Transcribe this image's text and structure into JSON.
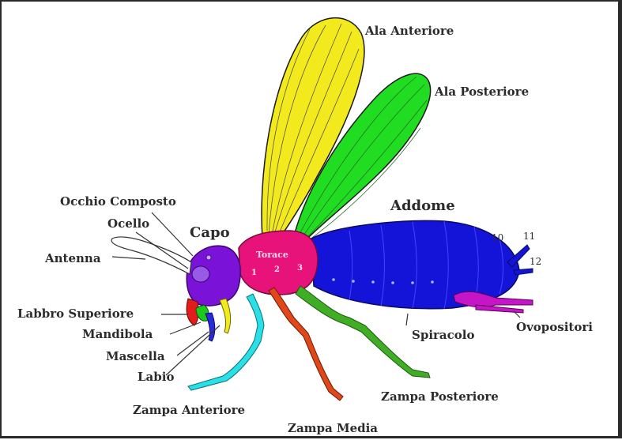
{
  "labels": {
    "ala_anteriore": "Ala Anteriore",
    "ala_posteriore": "Ala Posteriore",
    "addome": "Addome",
    "occhio_composto": "Occhio Composto",
    "ocello": "Ocello",
    "capo": "Capo",
    "antenna": "Antenna",
    "torace": "Torace",
    "labbro_superiore": "Labbro Superiore",
    "mandibola": "Mandibola",
    "mascella": "Mascella",
    "labio": "Labio",
    "zampa_anteriore": "Zampa Anteriore",
    "zampa_media": "Zampa Media",
    "zampa_posteriore": "Zampa Posteriore",
    "spiracolo": "Spiracolo",
    "ovopositori": "Ovopositori"
  },
  "segments": {
    "num_10": "10",
    "num_11": "11",
    "num_12": "12",
    "thorax_1": "1",
    "thorax_2": "2",
    "thorax_3": "3"
  },
  "colors": {
    "forewing": "#f2ea1c",
    "hindwing": "#21dd21",
    "abdomen": "#1414d8",
    "thorax": "#e8137a",
    "head": "#7a12d8",
    "foreleg": "#29e0e8",
    "midleg": "#e0481a",
    "hindleg": "#3fae24",
    "labrum": "#e21b1b",
    "mandible": "#1ec91e",
    "ovipositor": "#c615c6",
    "antenna": "#ffffff"
  }
}
